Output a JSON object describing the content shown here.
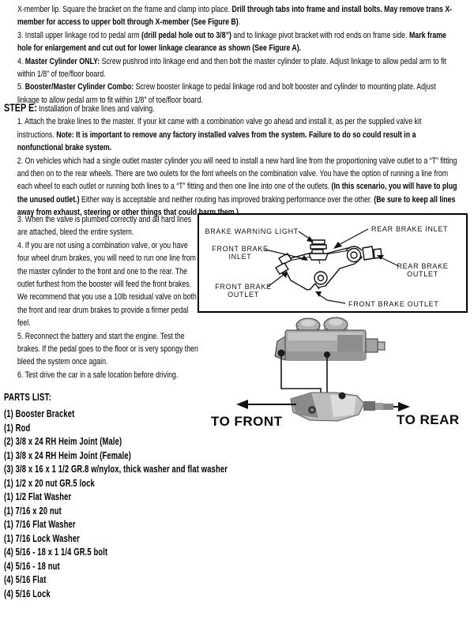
{
  "page": {
    "colors": {
      "paper": "#ffffff",
      "ink": "#000000",
      "photo_gray": "#ababab"
    }
  },
  "intro": {
    "paragraphs": [
      {
        "segments": [
          {
            "t": "X-member lip. Square the bracket on the frame and clamp into place. ",
            "b": false
          },
          {
            "t": "Drill through tabs into frame and install bolts. May remove trans X-member for access to upper bolt through X-member (See Figure B)",
            "b": true
          },
          {
            "t": ".",
            "b": false
          }
        ]
      },
      {
        "segments": [
          {
            "t": "3. Install upper linkage rod to pedal arm ",
            "b": false
          },
          {
            "t": "(drill pedal hole out to 3/8”)",
            "b": true
          },
          {
            "t": " and to linkage pivot bracket with rod ends on frame side. ",
            "b": false
          },
          {
            "t": "Mark frame hole for enlargement and cut out for lower linkage clearance as shown (See Figure A).",
            "b": true
          }
        ]
      },
      {
        "segments": [
          {
            "t": "4. ",
            "b": false
          },
          {
            "t": "Master Cylinder ONLY:",
            "b": true
          },
          {
            "t": " Screw pushrod into linkage end and then bolt the master cylinder to plate. Adjust linkage to allow pedal arm to fit within 1/8” of toe/floor board.",
            "b": false
          }
        ]
      },
      {
        "segments": [
          {
            "t": "5. ",
            "b": false
          },
          {
            "t": "Booster/Master Cylinder Combo:",
            "b": true
          },
          {
            "t": " Screw booster linkage to pedal linkage rod and bolt booster and cylinder to mounting plate. Adjust linkage to allow pedal arm to fit within 1/8” of toe/floor board.",
            "b": false
          }
        ]
      }
    ]
  },
  "step_e": {
    "heading": "STEP E:",
    "heading_rest": " Installation of brake lines and valving.",
    "items_full": [
      {
        "segments": [
          {
            "t": "1. Attach the brake lines to the master. If your kit came with a combination valve go ahead and install it, as per the supplied valve kit instructions. ",
            "b": false
          },
          {
            "t": "Note: It is important to remove any factory installed valves from the system. Failure to do so could result in a nonfunctional brake system.",
            "b": true
          }
        ]
      },
      {
        "segments": [
          {
            "t": "2. On vehicles which had a single outlet master cylinder you will need to install a new hard line from the proportioning valve outlet to a “T” fitting and then on to the rear wheels. There are two oulets for the font wheels on the combination valve. You have the option of running a line from each wheel to each outlet or running both lines to a “T” fitting and then one line into one of the outlets. ",
            "b": false
          },
          {
            "t": "(In this scenario, you will have to plug the unused outlet.)",
            "b": true
          },
          {
            "t": " Either way is acceptable and neither routing has improved braking performance over the other. ",
            "b": false
          },
          {
            "t": "(Be sure to keep all lines away from exhaust, steering or other things that could harm them.)",
            "b": true
          }
        ]
      }
    ],
    "items_left": [
      "3. When the valve is plumbed correctly and all hard lines are attached, bleed the entire system.",
      "4. If you are not using a combination valve, or you have four wheel drum brakes, you will need to run one line from the master cylinder to the front and one to the rear. The outlet furthest from the booster will feed the front brakes. We recommend that you use a 10lb residual valve on both the front and rear drum brakes to provide a firmer pedal feel.",
      "5. Reconnect the battery and start the engine. Test the brakes. If the pedal goes to the floor or is very spongy then bleed the system once again.",
      "6. Test drive the car in a safe location before driving."
    ]
  },
  "diagram1": {
    "labels": {
      "brake_warning_light": "BRAKE WARNING LIGHT",
      "rear_brake_inlet": "REAR BRAKE INLET",
      "front_brake_inlet": [
        "FRONT BRAKE",
        "INLET"
      ],
      "rear_brake_outlet": [
        "REAR BRAKE",
        "OUTLET"
      ],
      "front_brake_outlet_left": [
        "FRONT BRAKE",
        "OUTLET"
      ],
      "front_brake_outlet_bottom": "FRONT BRAKE OUTLET"
    }
  },
  "diagram2": {
    "to_front": "TO FRONT",
    "to_rear": "TO REAR"
  },
  "parts_list": {
    "heading": "PARTS LIST:",
    "items": [
      "(1) Booster Bracket",
      "(1) Rod",
      "(2) 3/8 x 24 RH Heim Joint (Male)",
      "(1) 3/8 x 24 RH Heim Joint (Female)",
      "(3) 3/8 x 16 x 1 1/2 GR.8 w/nylox, thick washer and flat washer",
      "(1) 1/2 x 20 nut GR.5 lock",
      "(1) 1/2 Flat Washer",
      "(1) 7/16 x 20 nut",
      "(1) 7/16 Flat Washer",
      "(1) 7/16 Lock Washer",
      "(4) 5/16 - 18 x 1 1/4 GR.5 bolt",
      "(4) 5/16 - 18 nut",
      "(4) 5/16 Flat",
      "(4) 5/16 Lock"
    ]
  }
}
